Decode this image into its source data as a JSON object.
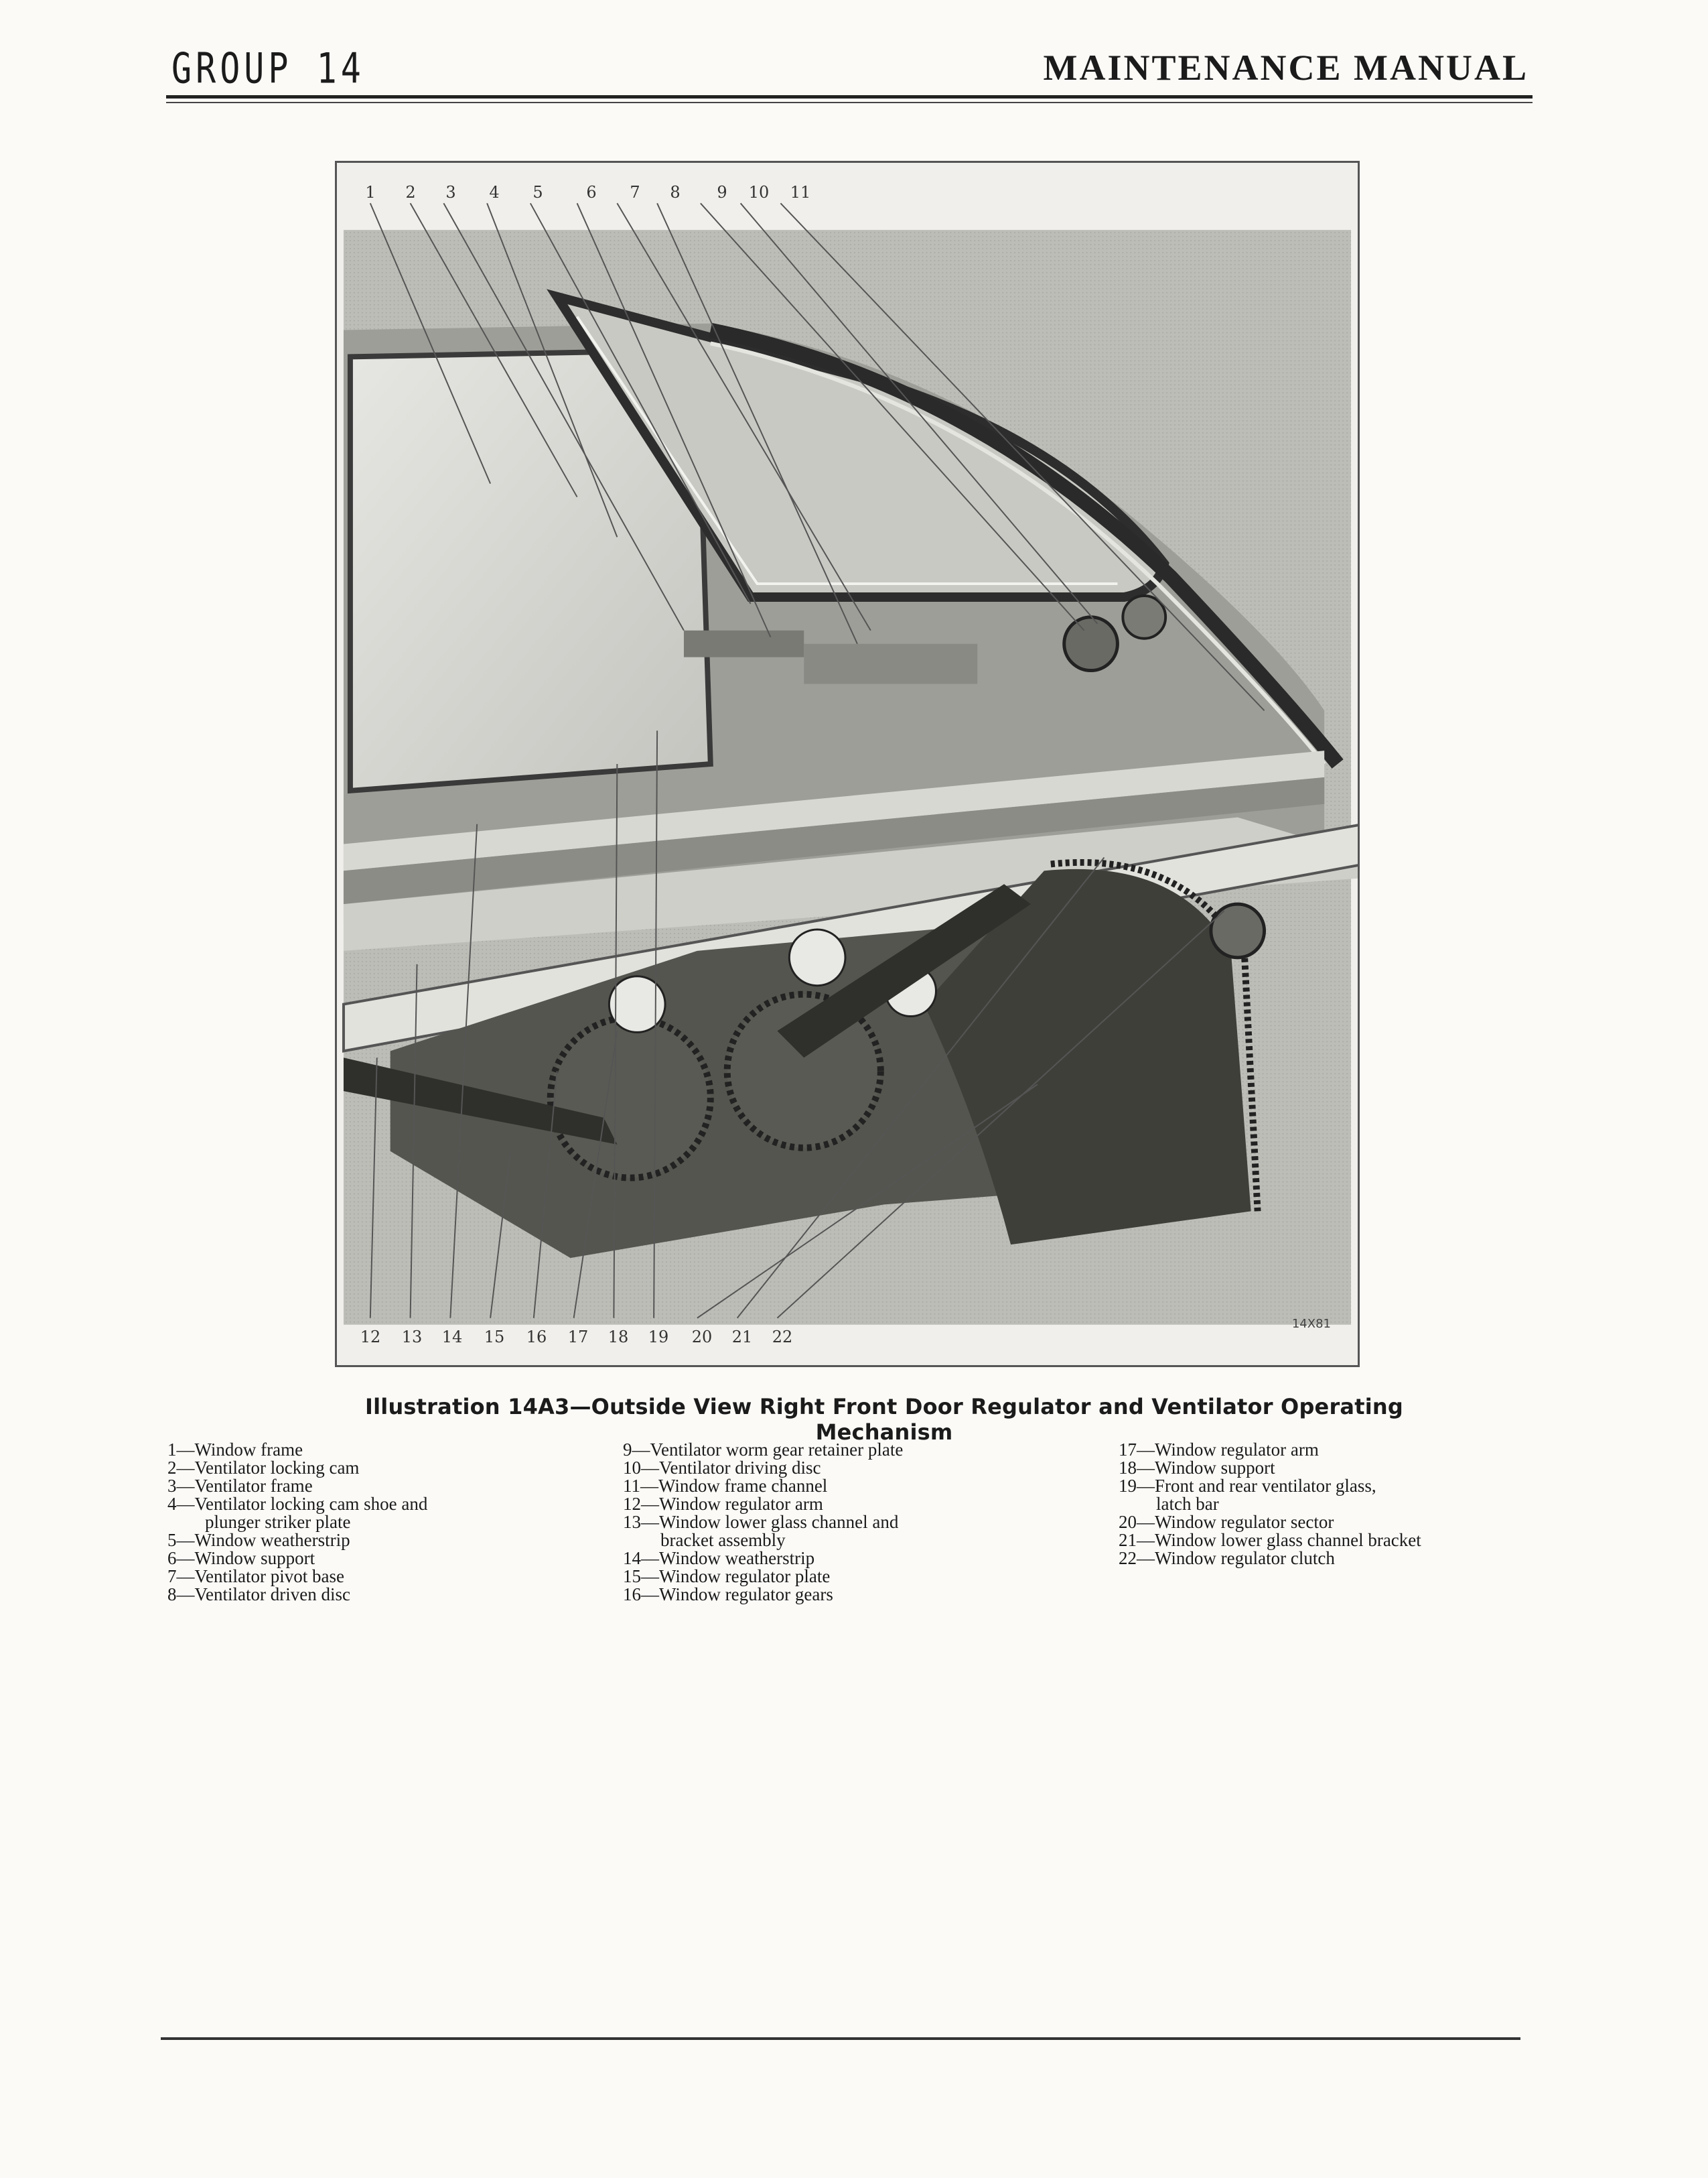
{
  "header": {
    "group": "GROUP 14",
    "title": "MAINTENANCE MANUAL"
  },
  "figure": {
    "code": "14X81",
    "callouts_top": [
      "1",
      "2",
      "3",
      "4",
      "5",
      "6",
      "7",
      "8",
      "9",
      "10",
      "11"
    ],
    "callouts_bottom": [
      "12",
      "13",
      "14",
      "15",
      "16",
      "17",
      "18",
      "19",
      "20",
      "21",
      "22"
    ]
  },
  "caption": "Illustration 14A3—Outside View Right Front Door Regulator and Ventilator Operating Mechanism",
  "legend": {
    "col1": [
      {
        "text": "1—Window frame",
        "indent": false
      },
      {
        "text": "2—Ventilator locking cam",
        "indent": false
      },
      {
        "text": "3—Ventilator frame",
        "indent": false
      },
      {
        "text": "4—Ventilator locking cam shoe and",
        "indent": false
      },
      {
        "text": "plunger striker plate",
        "indent": true
      },
      {
        "text": "5—Window weatherstrip",
        "indent": false
      },
      {
        "text": "6—Window support",
        "indent": false
      },
      {
        "text": "7—Ventilator pivot base",
        "indent": false
      },
      {
        "text": "8—Ventilator driven disc",
        "indent": false
      }
    ],
    "col2": [
      {
        "text": "9—Ventilator worm gear retainer plate",
        "indent": false
      },
      {
        "text": "10—Ventilator driving disc",
        "indent": false
      },
      {
        "text": "11—Window frame channel",
        "indent": false
      },
      {
        "text": "12—Window regulator arm",
        "indent": false
      },
      {
        "text": "13—Window lower glass channel and",
        "indent": false
      },
      {
        "text": "bracket assembly",
        "indent": true
      },
      {
        "text": "14—Window weatherstrip",
        "indent": false
      },
      {
        "text": "15—Window regulator plate",
        "indent": false
      },
      {
        "text": "16—Window regulator gears",
        "indent": false
      }
    ],
    "col3": [
      {
        "text": "17—Window regulator arm",
        "indent": false
      },
      {
        "text": "18—Window support",
        "indent": false
      },
      {
        "text": "19—Front and rear ventilator glass,",
        "indent": false
      },
      {
        "text": "latch bar",
        "indent": true
      },
      {
        "text": "20—Window regulator sector",
        "indent": false
      },
      {
        "text": "21—Window lower glass channel bracket",
        "indent": false
      },
      {
        "text": "22—Window regulator clutch",
        "indent": false
      }
    ]
  }
}
